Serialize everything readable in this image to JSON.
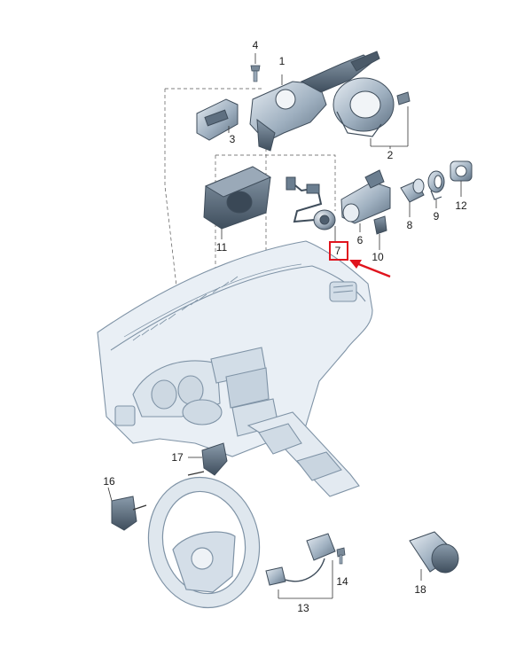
{
  "callouts": {
    "c1": "1",
    "c2": "2",
    "c3": "3",
    "c4": "4",
    "c6": "6",
    "c7": "7",
    "c8": "8",
    "c9": "9",
    "c10": "10",
    "c11": "11",
    "c12": "12",
    "c13": "13",
    "c14": "14",
    "c16": "16",
    "c17": "17",
    "c18": "18"
  },
  "highlight": {
    "label": "7",
    "color": "#e0141e"
  },
  "colors": {
    "part_fill": "#c3d0dc",
    "part_dark": "#6b7e90",
    "part_light": "#e6edf3",
    "outline": "#4a5868",
    "dash_body": "#e9eff5",
    "leader": "#333333"
  }
}
